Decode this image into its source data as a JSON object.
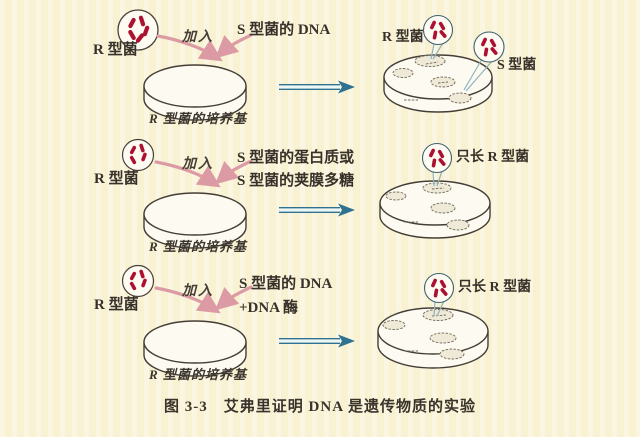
{
  "figure": {
    "caption": "图 3-3　艾弗里证明 DNA 是遗传物质的实验"
  },
  "common": {
    "source_label": "R 型菌",
    "add_label": "加入",
    "medium_label": "R 型菌的培养基"
  },
  "rows": [
    {
      "added_lines": [
        "S 型菌的 DNA"
      ],
      "result_labels": {
        "left": "R 型菌",
        "right": "S 型菌"
      }
    },
    {
      "added_lines": [
        "S 型菌的蛋白质或",
        "S 型菌的荚膜多糖"
      ],
      "result_labels": {
        "only": "只长 R 型菌"
      }
    },
    {
      "added_lines": [
        "S 型菌的 DNA",
        "+DNA 酶"
      ],
      "result_labels": {
        "only": "只长 R 型菌"
      }
    }
  ],
  "colors": {
    "background": "#f9f4d9",
    "ink": "#38312a",
    "pink_arrow": "#dc9aa4",
    "blue_arrow": "#2e7190",
    "bacteria_red": "#ac1132",
    "dish_outline": "#453e36",
    "colony": "#6e6857"
  }
}
